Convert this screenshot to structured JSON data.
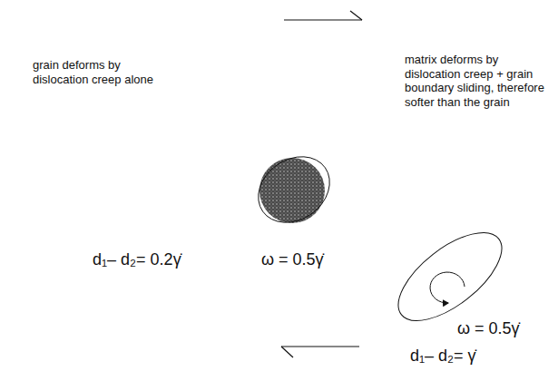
{
  "diagram": {
    "labels": [
      "grain deforms by dislocation creep alone",
      "matrix deforms by dislocation creep + grain boundary sliding, therefore softer than the grain",
      "d₁– d₂= 0.2γ̇",
      "ω = 0.5γ̇",
      "ω = 0.5γ̇",
      "d₁– d₂= γ̇"
    ]
  }
}
